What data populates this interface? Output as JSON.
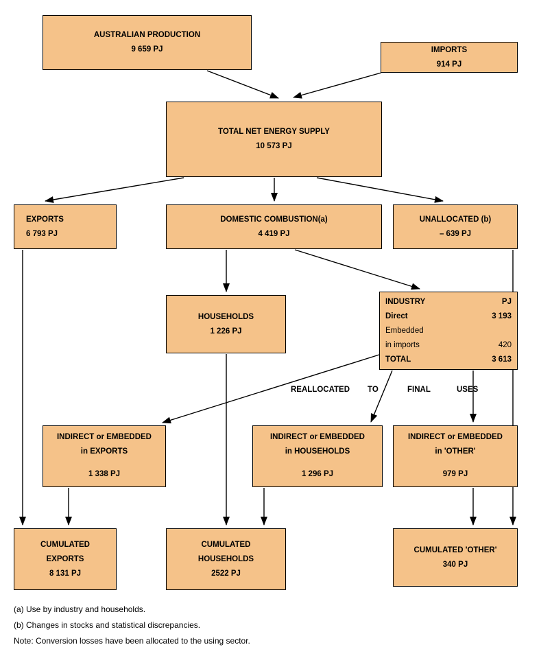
{
  "accent_color": "#F5C289",
  "boxes": {
    "australian_production": {
      "title": "AUSTRALIAN PRODUCTION",
      "value": "9 659 PJ"
    },
    "imports": {
      "title": "IMPORTS",
      "value": "914 PJ"
    },
    "total_net_energy_supply": {
      "title": "TOTAL NET ENERGY SUPPLY",
      "value": "10 573 PJ"
    },
    "exports": {
      "title": "EXPORTS",
      "value": "6 793 PJ"
    },
    "domestic_combustion": {
      "title": "DOMESTIC COMBUSTION(a)",
      "value": "4 419 PJ"
    },
    "unallocated": {
      "title": "UNALLOCATED (b)",
      "value": "– 639 PJ"
    },
    "households": {
      "title": "HOUSEHOLDS",
      "value": "1 226 PJ"
    },
    "industry": {
      "header": {
        "label": "INDUSTRY",
        "unit": "PJ"
      },
      "direct": {
        "label": "Direct",
        "value": "3 193"
      },
      "embedded": {
        "label": "Embedded",
        "value": ""
      },
      "in_imports": {
        "label": "in imports",
        "value": "420"
      },
      "total": {
        "label": "TOTAL",
        "value": "3 613"
      }
    },
    "indirect_exports": {
      "title": "INDIRECT or EMBEDDED",
      "subtitle": "in EXPORTS",
      "value": "1 338 PJ"
    },
    "indirect_households": {
      "title": "INDIRECT or EMBEDDED",
      "subtitle": "in HOUSEHOLDS",
      "value": "1 296 PJ"
    },
    "indirect_other": {
      "title": "INDIRECT or EMBEDDED",
      "subtitle": "in 'OTHER'",
      "value": "979 PJ"
    },
    "cumulated_exports": {
      "line1": "CUMULATED",
      "line2": "EXPORTS",
      "value": "8 131 PJ"
    },
    "cumulated_households": {
      "line1": "CUMULATED",
      "line2": "HOUSEHOLDS",
      "value": "2522 PJ"
    },
    "cumulated_other": {
      "title": "CUMULATED 'OTHER'",
      "value": "340 PJ"
    }
  },
  "flow_label": {
    "word1": "REALLOCATED",
    "word2": "TO",
    "word3": "FINAL",
    "word4": "USES"
  },
  "footnotes": {
    "a": "(a) Use by industry and households.",
    "b": "(b) Changes in stocks and statistical discrepancies.",
    "note": "Note: Conversion losses have been allocated to the using sector."
  }
}
